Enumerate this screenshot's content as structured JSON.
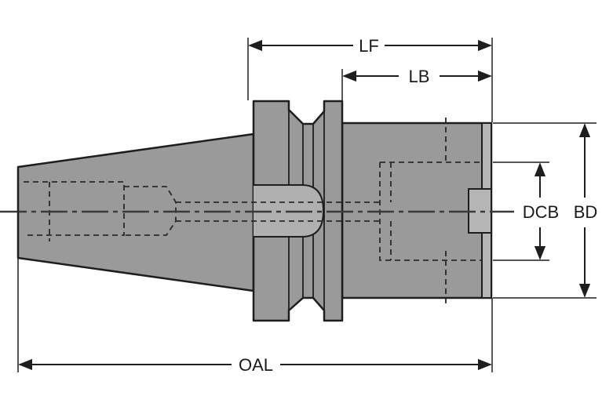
{
  "dimensions": {
    "lf": "LF",
    "lb": "LB",
    "dcb": "DCB",
    "bd": "BD",
    "oal": "OAL"
  },
  "colors": {
    "body_fill": "#9a9a9a",
    "body_stroke": "#1e1e1e",
    "dim_line": "#1e1e1e",
    "hidden_line": "#2a2a2a"
  }
}
